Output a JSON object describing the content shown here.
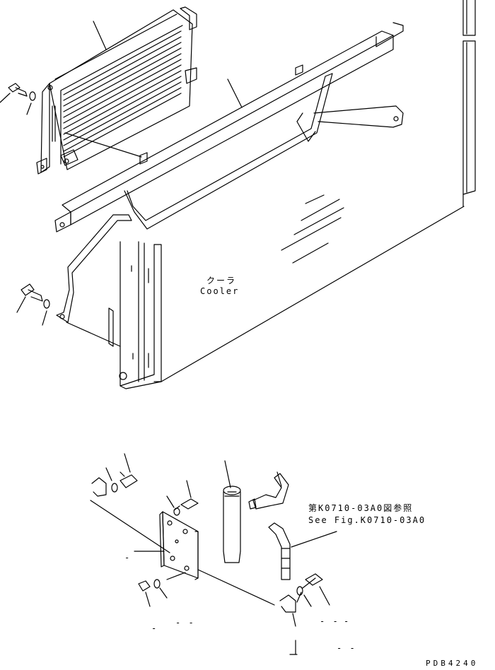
{
  "labels": {
    "cooler_jp": "クーラ",
    "cooler_en": "Cooler",
    "ref_jp": "第K0710-03A0図参照",
    "ref_en": "See Fig.K0710-03A0",
    "drawing_no": "PDB4240"
  },
  "colors": {
    "line": "#000000",
    "background": "#ffffff"
  }
}
